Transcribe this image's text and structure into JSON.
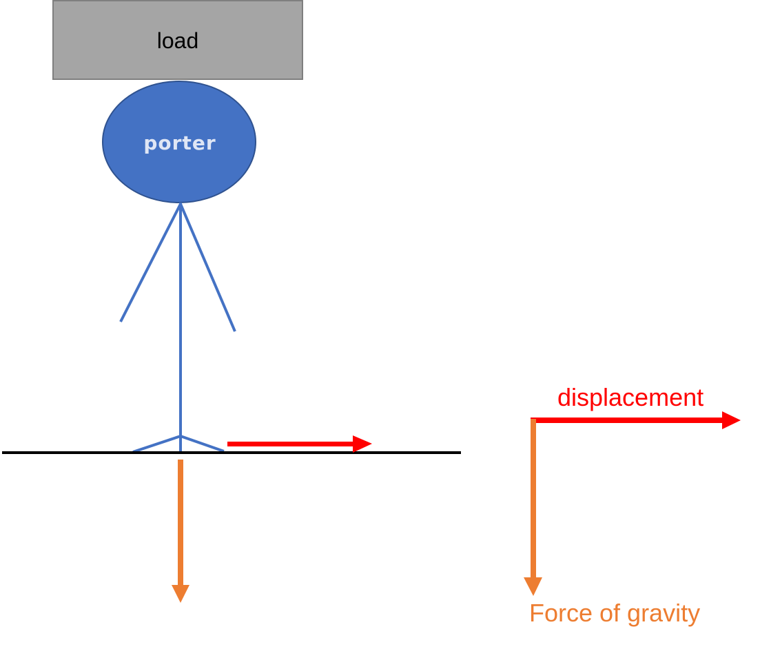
{
  "labels": {
    "load": "load",
    "porter": "porter",
    "displacement": "displacement",
    "force_of_gravity": "Force of gravity"
  },
  "colors": {
    "load_fill": "#a5a5a5",
    "load_stroke": "#7f7f7f",
    "porter_fill": "#4472c4",
    "porter_stroke": "#2f528f",
    "body": "#4472c4",
    "ground": "#000000",
    "displacement": "#ff0000",
    "gravity": "#ed7d31"
  }
}
